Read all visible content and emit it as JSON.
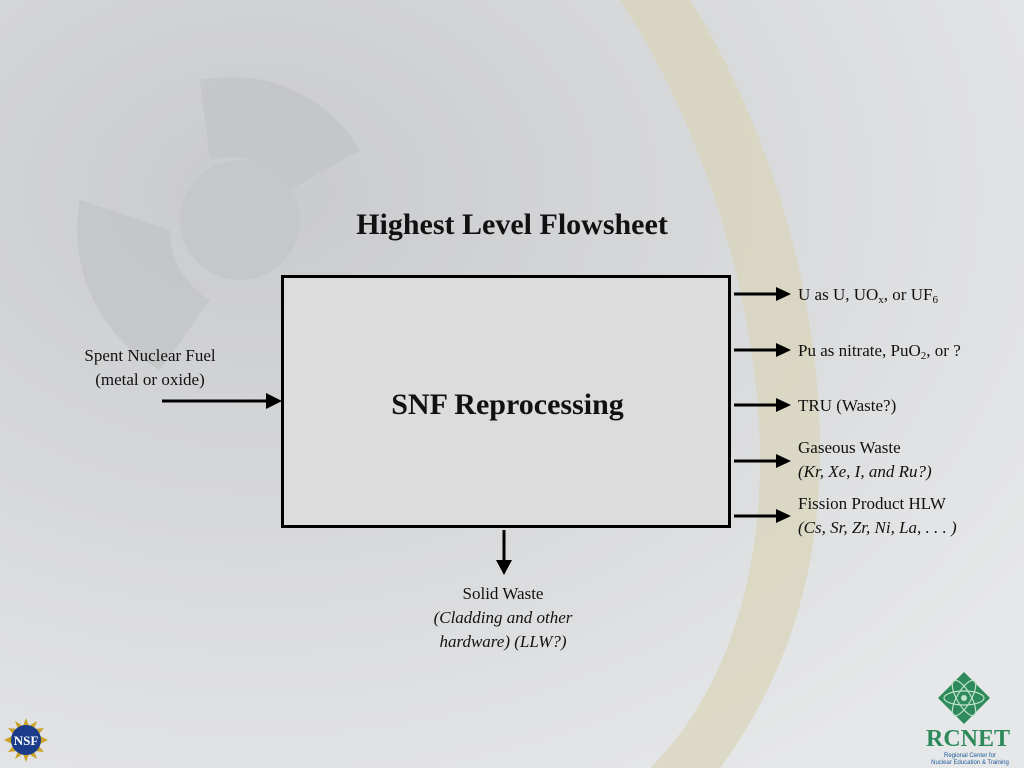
{
  "title": "Highest Level Flowsheet",
  "process_box": {
    "label": "SNF Reprocessing"
  },
  "input": {
    "line1": "Spent Nuclear Fuel",
    "line2": "(metal or oxide)"
  },
  "outputs": [
    {
      "pre": "U as U, UO",
      "sub1": "x",
      "mid": ", or UF",
      "sub2": "6"
    },
    {
      "pre": "Pu as nitrate, PuO",
      "sub1": "2",
      "mid": ", or ?"
    },
    {
      "text": "TRU (Waste?)"
    },
    {
      "line1": "Gaseous Waste",
      "line2": "(Kr, Xe, I, and Ru?)"
    },
    {
      "line1": "Fission Product HLW",
      "line2": "(Cs, Sr, Zr, Ni, La, . . . )"
    }
  ],
  "solid_waste": {
    "line1": "Solid Waste",
    "line2": "(Cladding and other",
    "line3": "hardware) (LLW?)"
  },
  "logos": {
    "rcnet_text": "RCNET",
    "rcnet_subtitle_1": "Regional Center for",
    "rcnet_subtitle_2": "Nuclear Education & Training",
    "nsf_text": "NSF"
  },
  "colors": {
    "rcnet_green": "#2e8a5a",
    "rcnet_blue": "#1d5a9a",
    "nsf_blue": "#1a3c8a"
  }
}
